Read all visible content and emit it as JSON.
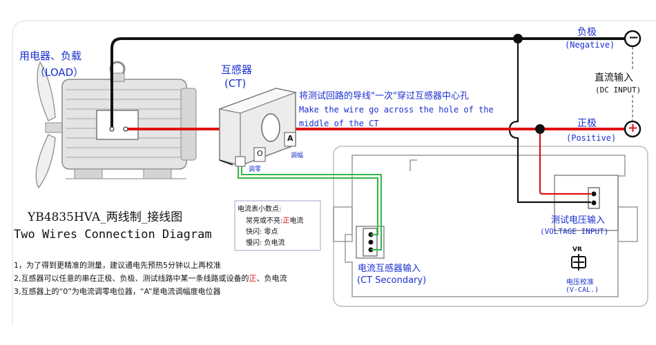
{
  "load": {
    "label_cn": "用电器、负载",
    "label_en": "（LOAD）"
  },
  "ct": {
    "label_cn": "互感器",
    "label_en": "(CT)",
    "zero_mark": "O",
    "amp_mark": "A",
    "zero_label": "调零",
    "amp_label": "调幅"
  },
  "instruction": {
    "cn": "将测试回路的导线\"一次\"穿过互感器中心孔",
    "en1": "Make the wire go across the hole of the",
    "en2": "middle of the CT"
  },
  "terminals": {
    "negative_cn": "负极",
    "negative_en": "(Negative)",
    "negative_symbol": "−",
    "positive_cn": "正极",
    "positive_en": "(Positive)",
    "positive_symbol": "+",
    "dc_input_cn": "直流输入",
    "dc_input_en": "(DC INPUT)"
  },
  "title": {
    "cn": "YB4835HVA_两线制_接线图",
    "en": "Two Wires Connection Diagram"
  },
  "decimal_box": {
    "title": "电流表小数点:",
    "line1_prefix": "常亮或不亮:",
    "line1_highlight": "正",
    "line1_suffix": "电流",
    "line2": "快闪: 零点",
    "line3": "慢闪: 负电流"
  },
  "notes": {
    "n1": "1，为了得到更精准的测量，建议通电先预热5分钟以上再校准",
    "n2_prefix": "2,互感器可以任意的串在正极、负极、测试线路中某一条线路或设备的",
    "n2_highlight": "正",
    "n2_suffix": "、负电流",
    "n3": "3,互感器上的“0”为电流调零电位器，“A”是电流调幅度电位器"
  },
  "meter": {
    "voltage_cn": "测试电压输入",
    "voltage_en": "(VOLTAGE INPUT)",
    "ct_cn": "电流互感器输入",
    "ct_en": "(CT Secondary)",
    "vr": "VR",
    "vcal_cn": "电压校准",
    "vcal_en": "(V-CAL.)"
  },
  "colors": {
    "wire_black": "#111111",
    "wire_red": "#e01010",
    "wire_green": "#35b54a",
    "label_blue": "#1a2fd0",
    "highlight_red": "#e01010"
  }
}
